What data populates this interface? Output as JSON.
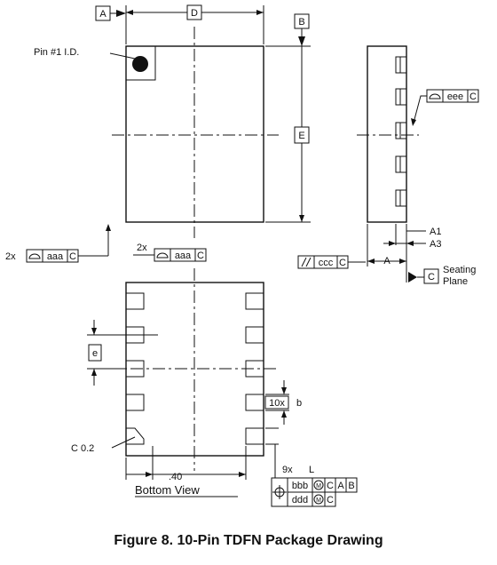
{
  "caption": "Figure 8. 10-Pin TDFN Package Drawing",
  "datums": {
    "a": "A",
    "b": "B",
    "c": "C"
  },
  "dims": {
    "d": "D",
    "e_big": "E",
    "e_pitch": "e",
    "a1": "A1",
    "a3": "A3",
    "a": "A",
    "l": "L",
    "b": "b"
  },
  "labels": {
    "pin1": "Pin #1 I.D.",
    "seating": "Seating",
    "plane": "Plane",
    "bottom_view": "Bottom View",
    "c02": "C 0.2",
    "dim40": ".40",
    "twox_left": "2x",
    "twox_center": "2x",
    "tenx": "10x",
    "ninex": "9x"
  },
  "tolerances": {
    "aaa": "aaa",
    "eee": "eee",
    "ccc": "ccc",
    "bbb": "bbb",
    "ddd": "ddd",
    "mmc": "M",
    "ref_c": "C",
    "ref_a": "A",
    "ref_b": "B"
  },
  "symbols": {
    "profile": "profile-of-surface",
    "parallel": "parallelism",
    "position": "position"
  }
}
